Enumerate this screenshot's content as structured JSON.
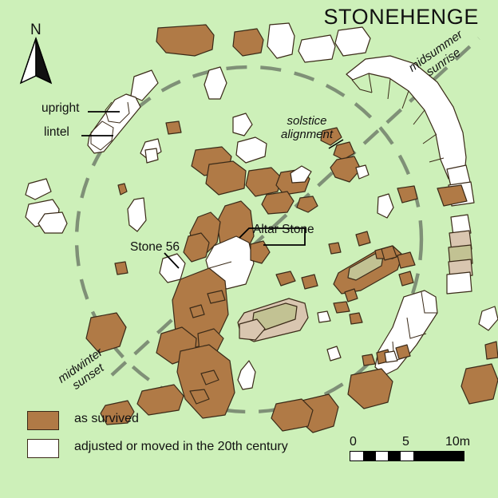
{
  "title": "STONEHENGE",
  "compass": {
    "label": "N",
    "icon": "north-arrow-icon"
  },
  "annotations": {
    "upright": "upright",
    "lintel": "lintel",
    "stone_56": "Stone 56",
    "altar_stone": "Altar Stone",
    "solstice_alignment": "solstice\nalignment",
    "midsummer_sunrise": "midsummer\nsunrise",
    "midwinter_sunset": "midwinter\nsunset"
  },
  "legend": {
    "items": [
      {
        "swatch": "#b07a46",
        "label": "as survived"
      },
      {
        "swatch": "#ffffff",
        "label": "adjusted or moved\nin the 20th century"
      }
    ]
  },
  "scale": {
    "ticks": [
      "0",
      "5",
      "10m"
    ],
    "unit": "m",
    "max": 10
  },
  "colors": {
    "background": "#cdf0b9",
    "as_survived": "#b07a46",
    "adjusted_or_moved": "#ffffff",
    "pale_stone": "#d9c6b0",
    "olive_stone": "#c2c293",
    "outline": "#3a2a18",
    "alignment_line": "#7f9077"
  }
}
